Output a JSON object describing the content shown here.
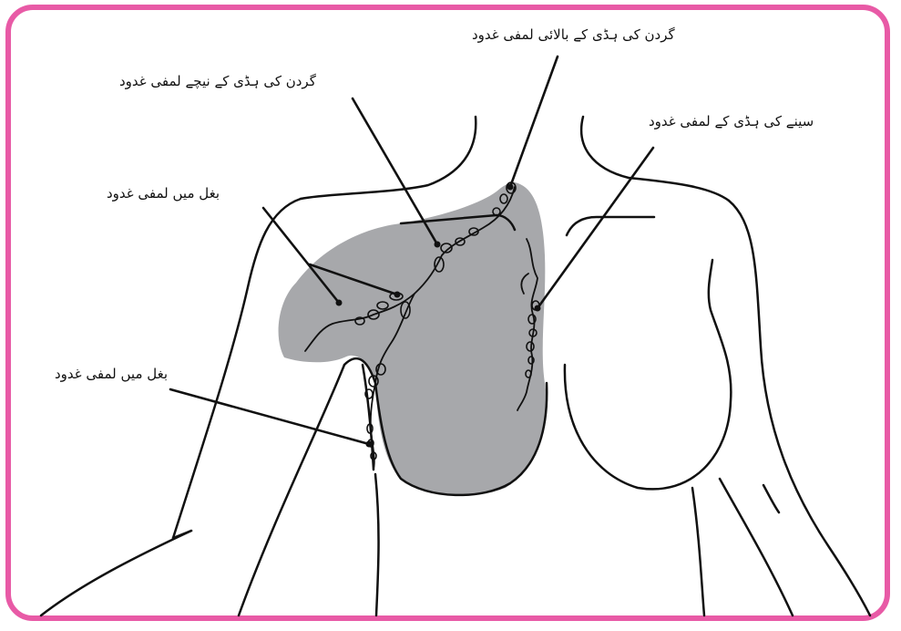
{
  "colors": {
    "border": "#e85aa6",
    "shaded_region": "#a7a8ab",
    "line": "#111111",
    "background": "#ffffff"
  },
  "labels": {
    "supraclavicular": "گردن کی ہڈی کے بالائی لمفی غدود",
    "infraclavicular": "گردن کی ہڈی کے نیچے لمفی غدود",
    "internal_mammary": "سینے کی ہڈی کے لمفی غدود",
    "axillary_upper": "بغل میں لمفی غدود",
    "axillary_lower": "بغل میں لمفی غدود"
  }
}
